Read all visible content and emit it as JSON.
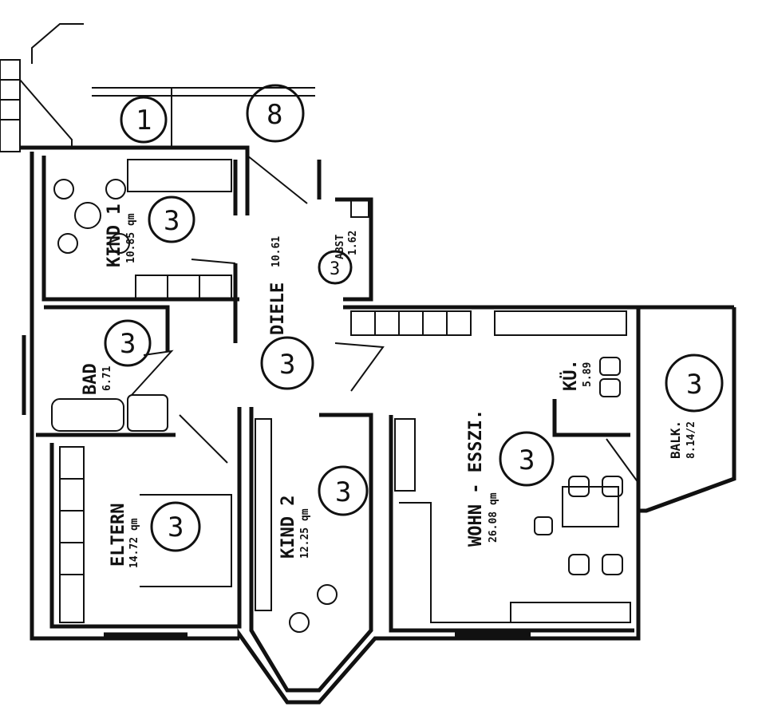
{
  "plan": {
    "rooms": [
      {
        "name": "KIND 1",
        "area": "10.85 qm",
        "marker": "3"
      },
      {
        "name": "DIELE",
        "area": "10.61",
        "marker": "3"
      },
      {
        "name": "ABST",
        "area": "1.62",
        "marker": "3"
      },
      {
        "name": "BAD",
        "area": "6.71",
        "marker": "3"
      },
      {
        "name": "ELTERN",
        "area": "14.72 qm",
        "marker": "3"
      },
      {
        "name": "KIND 2",
        "area": "12.25 qm",
        "marker": "3"
      },
      {
        "name": "WOHN - ESSZI.",
        "area": "26.08 qm",
        "marker": "3"
      },
      {
        "name": "KÜ.",
        "area": "5.89"
      },
      {
        "name": "BALK.",
        "area": "8.14/2",
        "marker": "3"
      }
    ],
    "stair_markers": [
      "1",
      "8"
    ]
  }
}
